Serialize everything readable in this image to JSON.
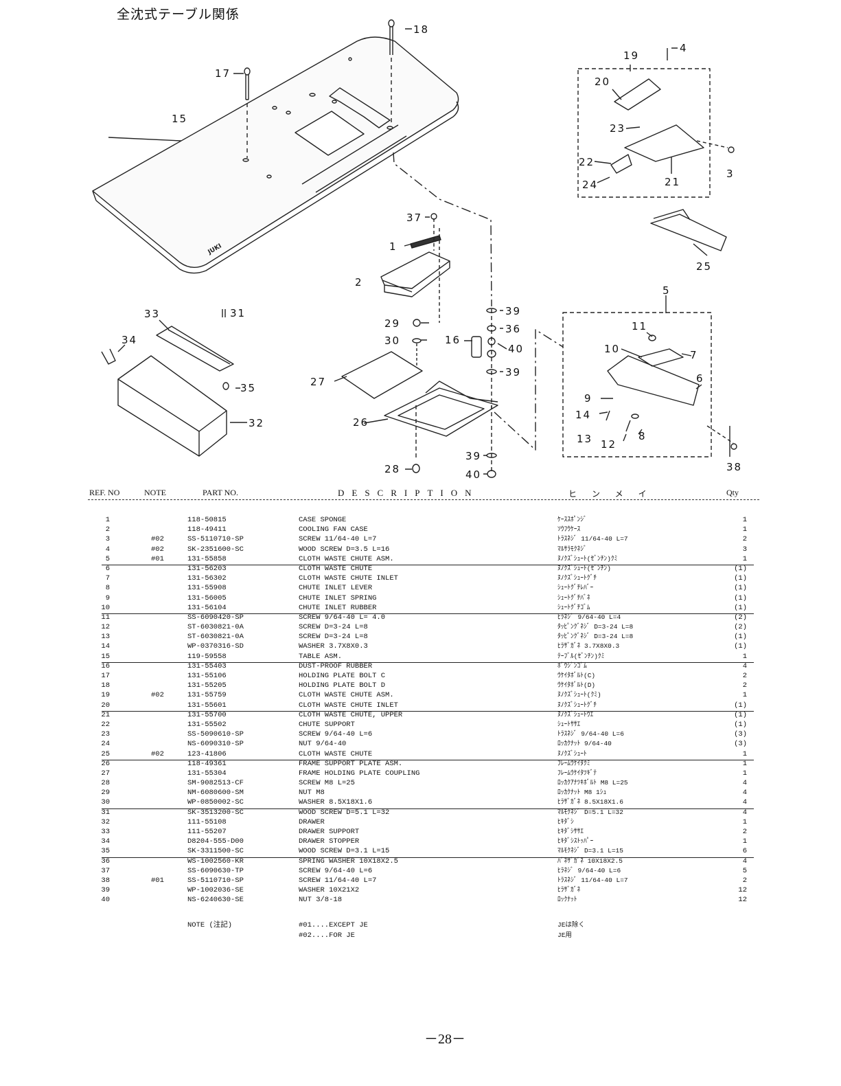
{
  "title": "全沈式テーブル関係",
  "callouts": [
    "1",
    "2",
    "3",
    "4",
    "5",
    "6",
    "7",
    "8",
    "9",
    "10",
    "11",
    "12",
    "13",
    "14",
    "15",
    "16",
    "17",
    "18",
    "19",
    "20",
    "21",
    "22",
    "23",
    "24",
    "25",
    "26",
    "27",
    "28",
    "29",
    "30",
    "31",
    "32",
    "33",
    "34",
    "35",
    "36",
    "37",
    "38",
    "39",
    "40"
  ],
  "logo": "JUKI",
  "header": {
    "ref": "REF. NO",
    "note": "NOTE",
    "part": "PART NO.",
    "desc": "DESCRIPTION",
    "kana": "ヒンメイ",
    "qty": "Qty"
  },
  "parts": [
    {
      "ref": "1",
      "note": "",
      "part": "118-50815",
      "desc": "CASE SPONGE",
      "kana": "ｹｰｽｽﾎﾟﾝｼﾞ",
      "qty": "1"
    },
    {
      "ref": "2",
      "note": "",
      "part": "118-49411",
      "desc": "COOLING FAN CASE",
      "kana": "ｿｳﾌｳｹｰｽ",
      "qty": "1"
    },
    {
      "ref": "3",
      "note": "#02",
      "part": "SS-5110710-SP",
      "desc": "SCREW  11/64-40 L=7",
      "kana": "ﾄﾗｽﾈｼﾞ 11/64-40 L=7",
      "qty": "2"
    },
    {
      "ref": "4",
      "note": "#02",
      "part": "SK-2351600-SC",
      "desc": "WOOD SCREW D=3.5 L=16",
      "kana": "ﾏﾙｻﾗﾓｸﾈｼﾞ",
      "qty": "3"
    },
    {
      "ref": "5",
      "note": "#01",
      "part": "131-55858",
      "desc": "CLOTH WASTE CHUTE ASM.",
      "kana": "ﾇﾉｸｽﾞｼｭｰﾄ(ｾﾞﾝﾁﾝ)ｸﾐ",
      "qty": "1"
    },
    {
      "ref": "6",
      "note": "",
      "part": "131-56203",
      "desc": "CLOTH WASTE CHUTE",
      "kana": "ﾇﾉｸｽﾞｼｭｰﾄ(ｾﾞﾝﾁﾝ)",
      "qty": "(1)"
    },
    {
      "ref": "7",
      "note": "",
      "part": "131-56302",
      "desc": "CLOTH WASTE CHUTE INLET",
      "kana": "ﾇﾉｸｽﾞｼｭｰﾄｸﾞﾁ",
      "qty": "(1)"
    },
    {
      "ref": "8",
      "note": "",
      "part": "131-55908",
      "desc": "CHUTE INLET LEVER",
      "kana": "ｼｭｰﾄｸﾞﾁﾚﾊﾞｰ",
      "qty": "(1)"
    },
    {
      "ref": "9",
      "note": "",
      "part": "131-56005",
      "desc": "CHUTE INLET SPRING",
      "kana": "ｼｭｰﾄｸﾞﾁﾊﾞﾈ",
      "qty": "(1)"
    },
    {
      "ref": "10",
      "note": "",
      "part": "131-56104",
      "desc": "CHUTE INLET RUBBER",
      "kana": "ｼｭｰﾄｸﾞﾁｺﾞﾑ",
      "qty": "(1)"
    },
    {
      "ref": "11",
      "note": "",
      "part": "SS-6090420-SP",
      "desc": "SCREW 9/64-40 L= 4.0",
      "kana": "ﾋﾗﾈｼﾞ 9/64-40 L=4",
      "qty": "(2)"
    },
    {
      "ref": "12",
      "note": "",
      "part": "ST-6030821-0A",
      "desc": "SCREW D=3-24 L=8",
      "kana": "ﾀｯﾋﾟﾝｸﾞﾈｼﾞ D=3-24 L=8",
      "qty": "(2)"
    },
    {
      "ref": "13",
      "note": "",
      "part": "ST-6030821-0A",
      "desc": "SCREW D=3-24 L=8",
      "kana": "ﾀｯﾋﾟﾝｸﾞﾈｼﾞ D=3-24 L=8",
      "qty": "(1)"
    },
    {
      "ref": "14",
      "note": "",
      "part": "WP-0370316-SD",
      "desc": "WASHER  3.7X8X0.3",
      "kana": "ﾋﾗｻﾞｶﾞﾈ 3.7X8X0.3",
      "qty": "(1)"
    },
    {
      "ref": "15",
      "note": "",
      "part": "119-59558",
      "desc": "TABLE ASM.",
      "kana": "ﾃｰﾌﾞﾙ(ｾﾞﾝﾁﾝ)ｸﾐ",
      "qty": "1"
    },
    {
      "ref": "16",
      "note": "",
      "part": "131-55403",
      "desc": "DUST-PROOF RUBBER",
      "kana": "ﾎﾞｳｼﾞﾝｺﾞﾑ",
      "qty": "4"
    },
    {
      "ref": "17",
      "note": "",
      "part": "131-55106",
      "desc": "HOLDING PLATE BOLT C",
      "kana": "ｳｹｲﾀﾎﾞﾙﾄ(C)",
      "qty": "2"
    },
    {
      "ref": "18",
      "note": "",
      "part": "131-55205",
      "desc": "HOLDING PLATE BOLT D",
      "kana": "ｳｹｲﾀﾎﾞﾙﾄ(D)",
      "qty": "2"
    },
    {
      "ref": "19",
      "note": "#02",
      "part": "131-55759",
      "desc": "CLOTH WASTE CHUTE ASM.",
      "kana": "ﾇﾉｸｽﾞｼｭｰﾄ(ｸﾐ)",
      "qty": "1"
    },
    {
      "ref": "20",
      "note": "",
      "part": "131-55601",
      "desc": "CLOTH WASTE CHUTE INLET",
      "kana": "ﾇﾉｸｽﾞｼｭｰﾄｸﾞﾁ",
      "qty": "(1)"
    },
    {
      "ref": "21",
      "note": "",
      "part": "131-55700",
      "desc": "CLOTH WASTE CHUTE, UPPER",
      "kana": "ﾇﾉｸｽﾞｼｭｰﾄｳｴ",
      "qty": "(1)"
    },
    {
      "ref": "22",
      "note": "",
      "part": "131-55502",
      "desc": "CHUTE SUPPORT",
      "kana": "ｼｭｰﾄｻｻｴ",
      "qty": "(1)"
    },
    {
      "ref": "23",
      "note": "",
      "part": "SS-5090610-SP",
      "desc": "SCREW  9/64-40 L=6",
      "kana": "ﾄﾗｽﾈｼﾞ 9/64-40 L=6",
      "qty": "(3)"
    },
    {
      "ref": "24",
      "note": "",
      "part": "NS-6090310-SP",
      "desc": "NUT  9/64-40",
      "kana": "ﾛｯｶｸﾅｯﾄ 9/64-40",
      "qty": "(3)"
    },
    {
      "ref": "25",
      "note": "#02",
      "part": "123-41806",
      "desc": "CLOTH WASTE CHUTE",
      "kana": "ﾇﾉｸｽﾞｼｭｰﾄ",
      "qty": "1"
    },
    {
      "ref": "26",
      "note": "",
      "part": "118-49361",
      "desc": "FRAME SUPPORT PLATE ASM.",
      "kana": "ﾌﾚｰﾑｳｹｲﾀｸﾐ",
      "qty": "1"
    },
    {
      "ref": "27",
      "note": "",
      "part": "131-55304",
      "desc": "FRAME HOLDING PLATE COUPLING",
      "kana": "ﾌﾚｰﾑｳｹｲﾀﾂｷﾞﾃ",
      "qty": "1"
    },
    {
      "ref": "28",
      "note": "",
      "part": "SM-9082513-CF",
      "desc": "SCREW M8 L=25",
      "kana": "ﾛｯｶｸｱﾅﾂｷﾎﾞﾙﾄ M8 L=25",
      "qty": "4"
    },
    {
      "ref": "29",
      "note": "",
      "part": "NM-6080600-SM",
      "desc": "NUT M8",
      "kana": "ﾛｯｶｸﾅｯﾄ M8 1ｼｭ",
      "qty": "4"
    },
    {
      "ref": "30",
      "note": "",
      "part": "WP-0850002-SC",
      "desc": "WASHER 8.5X18X1.6",
      "kana": "ﾋﾗｻﾞｶﾞﾈ 8.5X18X1.6",
      "qty": "4"
    },
    {
      "ref": "31",
      "note": "",
      "part": "SK-3513200-SC",
      "desc": "WOOD SCREW D=5.1 L=32",
      "kana": "ﾏﾙﾓｸﾈｼﾞ D=5.1 L=32",
      "qty": "4"
    },
    {
      "ref": "32",
      "note": "",
      "part": "111-55108",
      "desc": "DRAWER",
      "kana": "ﾋｷﾀﾞｼ",
      "qty": "1"
    },
    {
      "ref": "33",
      "note": "",
      "part": "111-55207",
      "desc": "DRAWER SUPPORT",
      "kana": "ﾋｷﾀﾞｼｻｻｴ",
      "qty": "2"
    },
    {
      "ref": "34",
      "note": "",
      "part": "D8204-555-D00",
      "desc": "DRAWER STOPPER",
      "kana": "ﾋｷﾀﾞｼｽﾄｯﾊﾟｰ",
      "qty": "1"
    },
    {
      "ref": "35",
      "note": "",
      "part": "SK-3311500-SC",
      "desc": "WOOD SCREW D=3.1 L=15",
      "kana": "ﾏﾙﾓｸﾈｼﾞ D=3.1 L=15",
      "qty": "6"
    },
    {
      "ref": "36",
      "note": "",
      "part": "WS-1002560-KR",
      "desc": "SPRING WASHER  10X18X2.5",
      "kana": "ﾊﾞﾈｻﾞｶﾞﾈ 10X18X2.5",
      "qty": "4"
    },
    {
      "ref": "37",
      "note": "",
      "part": "SS-6090630-TP",
      "desc": "SCREW  9/64-40 L=6",
      "kana": "ﾋﾗﾈｼﾞ 9/64-40 L=6",
      "qty": "5"
    },
    {
      "ref": "38",
      "note": "#01",
      "part": "SS-5110710-SP",
      "desc": "SCREW  11/64-40 L=7",
      "kana": "ﾄﾗｽﾈｼﾞ 11/64-40 L=7",
      "qty": "2"
    },
    {
      "ref": "39",
      "note": "",
      "part": "WP-1002036-SE",
      "desc": "WASHER 10X21X2",
      "kana": "ﾋﾗｻﾞｶﾞﾈ",
      "qty": "12"
    },
    {
      "ref": "40",
      "note": "",
      "part": "NS-6240630-SE",
      "desc": "NUT 3/8-18",
      "kana": "ﾛｯｸﾅｯﾄ",
      "qty": "12"
    }
  ],
  "notes": {
    "label": "NOTE (注記)",
    "items": [
      {
        "code": "#01....EXCEPT JE",
        "jp": "JEは除く"
      },
      {
        "code": "#02....FOR JE",
        "jp": "JE用"
      }
    ]
  },
  "page_number": "－28－"
}
